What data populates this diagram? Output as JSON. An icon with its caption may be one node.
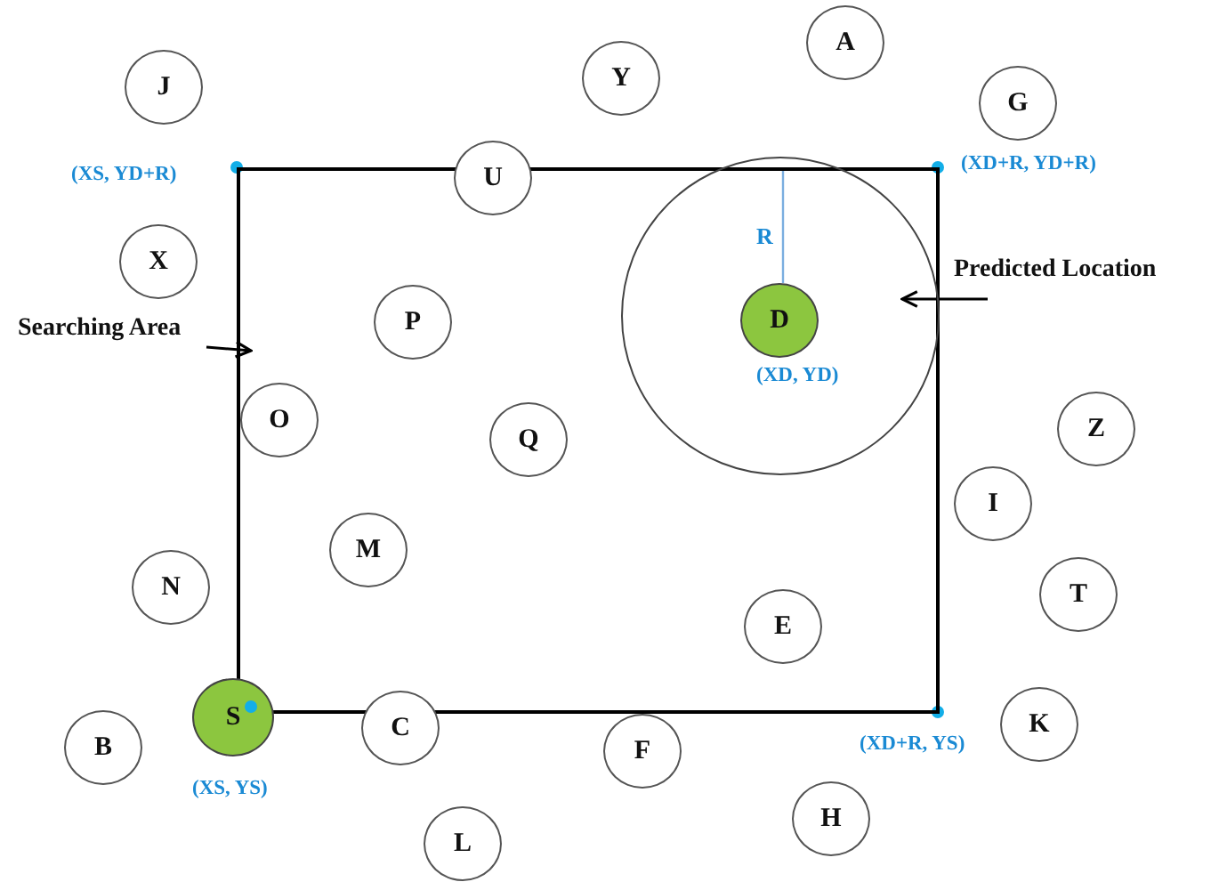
{
  "diagram": {
    "nodes": [
      {
        "text": [],
        "shape": "box"
      },
      {
        "text": [
          "A"
        ]
      },
      {
        "text": [
          "Y"
        ]
      },
      {
        "text": [
          "J"
        ]
      },
      {
        "text": [
          "G"
        ]
      },
      {
        "text": [],
        "shape": "circle",
        "in": 0
      },
      {
        "text": [
          "U"
        ]
      },
      {
        "text": [
          "X"
        ]
      },
      {
        "text": [
          "Predicted Location"
        ]
      },
      {
        "text": [
          "P"
        ],
        "in": 0
      },
      {
        "text": [
          "D"
        ],
        "in": 5
      },
      {
        "text": [
          "Searching Area"
        ]
      },
      {
        "text": [
          "O"
        ],
        "in": 0
      },
      {
        "text": [
          "Z"
        ]
      },
      {
        "text": [
          "Q"
        ],
        "in": 0
      },
      {
        "text": [
          "I"
        ]
      },
      {
        "text": [
          "M"
        ],
        "in": 0
      },
      {
        "text": [
          "N"
        ]
      },
      {
        "text": [
          "T"
        ]
      },
      {
        "text": [
          "E"
        ],
        "in": 0
      },
      {
        "text": [
          "S"
        ]
      },
      {
        "text": [
          "K"
        ]
      },
      {
        "text": [
          "C"
        ]
      },
      {
        "text": [
          "B"
        ]
      },
      {
        "text": [
          "F"
        ]
      },
      {
        "text": [
          "H"
        ]
      },
      {
        "text": [
          "L"
        ]
      }
    ],
    "edges": [
      {
        "from": 11,
        "to": 0,
        "arrow": "to"
      },
      {
        "from": 8,
        "to": 5,
        "arrow": "to"
      }
    ],
    "labels": [
      "(XS, YD+R)",
      "(XD+R, YD+R)",
      "R",
      "(XD, YD)",
      "(XS, YS)",
      "(XD+R, YS)"
    ]
  }
}
